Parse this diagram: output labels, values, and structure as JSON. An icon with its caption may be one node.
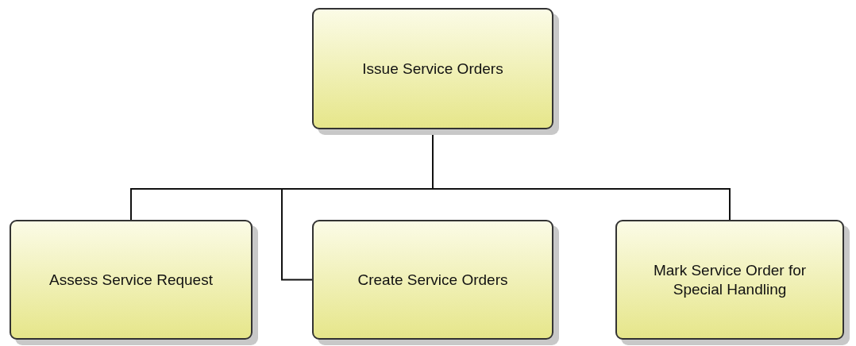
{
  "diagram": {
    "nodes": [
      {
        "text": [
          "Issue Service Orders"
        ]
      },
      {
        "text": [
          "Assess Service Request"
        ]
      },
      {
        "text": [
          "Create Service Orders"
        ]
      },
      {
        "text": [
          "Mark Service Order for Special Handling"
        ]
      }
    ],
    "edges": [
      {
        "from": 0,
        "to": 1,
        "arrow": "none"
      },
      {
        "from": 0,
        "to": 2,
        "arrow": "none"
      },
      {
        "from": 0,
        "to": 3,
        "arrow": "none"
      }
    ]
  }
}
